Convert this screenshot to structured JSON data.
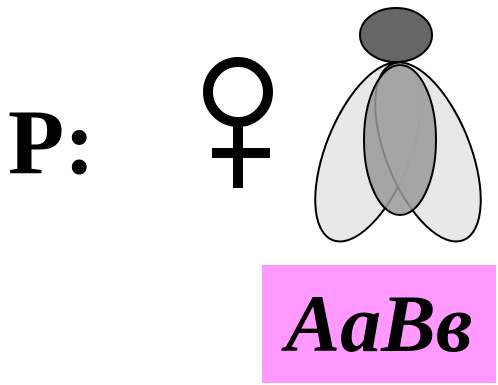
{
  "diagram": {
    "generation_label": "P:",
    "parent_sex_symbol": "female-symbol",
    "parent_figure": "fly-icon",
    "genotype": "AaBв",
    "colors": {
      "background": "#ffffff",
      "genotype_box": "#ff99ff",
      "fly_head": "#666666",
      "fly_wing": "#e6e6e6",
      "fly_body": "#999999",
      "symbol": "#000000"
    }
  }
}
